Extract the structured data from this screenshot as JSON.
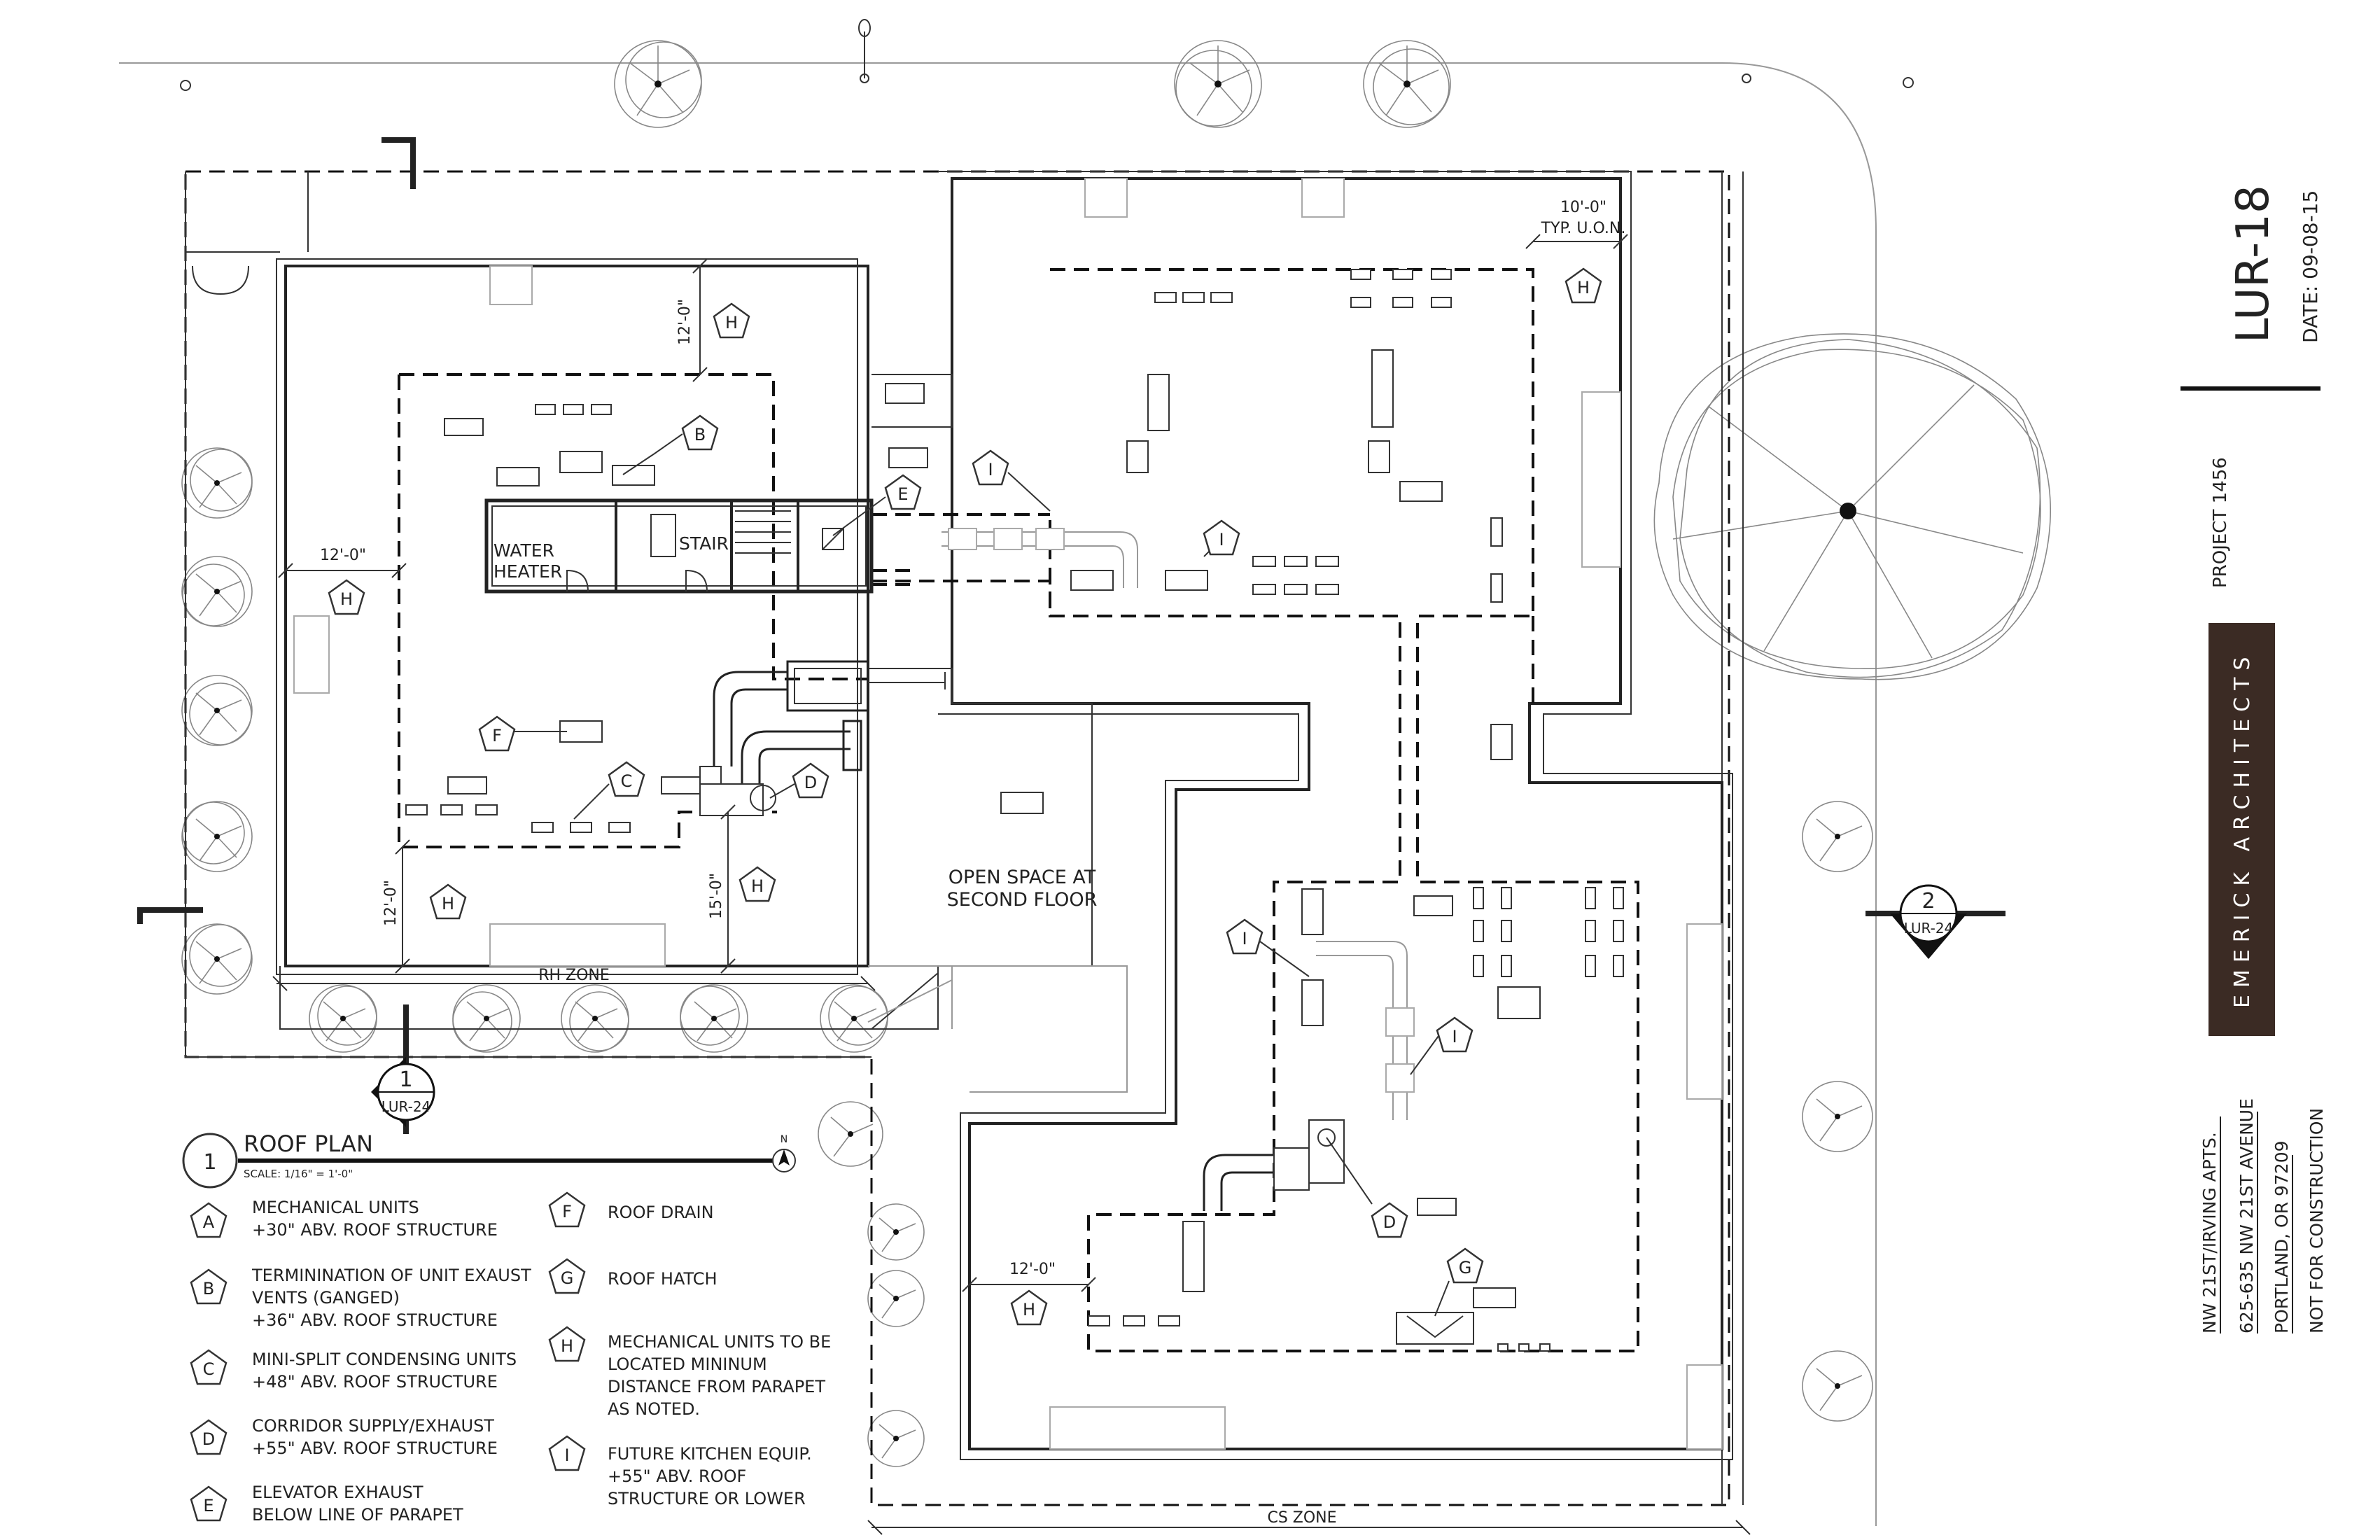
{
  "sheet": {
    "sheet_number": "LUR-18",
    "date": "DATE: 09-08-15",
    "project": "PROJECT 1456",
    "firm": "EMERICK ARCHITECTS",
    "address": [
      "NW 21ST/IRVING APTS.",
      "625-635 NW 21ST AVENUE",
      "PORTLAND, OR 97209",
      "NOT FOR CONSTRUCTION"
    ]
  },
  "plan": {
    "title": "ROOF PLAN",
    "number": "1",
    "scale": "SCALE: 1/16\" = 1'-0\"",
    "north": "N",
    "open_space": [
      "OPEN SPACE AT",
      "SECOND FLOOR"
    ],
    "rooms": {
      "water_heater": [
        "WATER",
        "HEATER"
      ],
      "stair": "STAIR"
    },
    "zones": {
      "rh": "RH ZONE",
      "cs": "CS ZONE"
    },
    "dims": {
      "d12a": "12'-0\"",
      "d12b": "12'-0\"",
      "d12c": "12'-0\"",
      "d12d": "12'-0\"",
      "d15": "15'-0\"",
      "d10": "10'-0\"",
      "typ": "TYP. U.O.N."
    },
    "callouts": {
      "B": "B",
      "C": "C",
      "D1": "D",
      "D2": "D",
      "E": "E",
      "F": "F",
      "G": "G",
      "H1": "H",
      "H2": "H",
      "H3": "H",
      "H4": "H",
      "H5": "H",
      "H6": "H",
      "I1": "I",
      "I2": "I",
      "I3": "I",
      "I4": "I"
    },
    "section_marks": [
      {
        "number": "1",
        "ref": "LUR-24"
      },
      {
        "number": "2",
        "ref": "LUR-24"
      }
    ]
  },
  "legend": [
    {
      "key": "A",
      "lines": [
        "MECHANICAL UNITS",
        "+30\" ABV. ROOF STRUCTURE"
      ]
    },
    {
      "key": "B",
      "lines": [
        "TERMININATION OF UNIT EXAUST",
        "VENTS (GANGED)",
        "+36\" ABV. ROOF STRUCTURE"
      ]
    },
    {
      "key": "C",
      "lines": [
        "MINI-SPLIT CONDENSING UNITS",
        "+48\" ABV. ROOF STRUCTURE"
      ]
    },
    {
      "key": "D",
      "lines": [
        "CORRIDOR SUPPLY/EXHAUST",
        "+55\" ABV. ROOF STRUCTURE"
      ]
    },
    {
      "key": "E",
      "lines": [
        "ELEVATOR EXHAUST",
        "BELOW LINE OF PARAPET"
      ]
    },
    {
      "key": "F",
      "lines": [
        "ROOF DRAIN"
      ]
    },
    {
      "key": "G",
      "lines": [
        "ROOF HATCH"
      ]
    },
    {
      "key": "H",
      "lines": [
        "MECHANICAL UNITS TO BE",
        "LOCATED MININUM",
        "DISTANCE FROM PARAPET",
        "AS NOTED."
      ]
    },
    {
      "key": "I",
      "lines": [
        "FUTURE KITCHEN EQUIP.",
        "+55\" ABV. ROOF",
        "STRUCTURE OR LOWER"
      ]
    }
  ],
  "colors": {
    "line": "#222222",
    "firm_panel": "#3b2b24",
    "firm_text": "#ffffff"
  }
}
